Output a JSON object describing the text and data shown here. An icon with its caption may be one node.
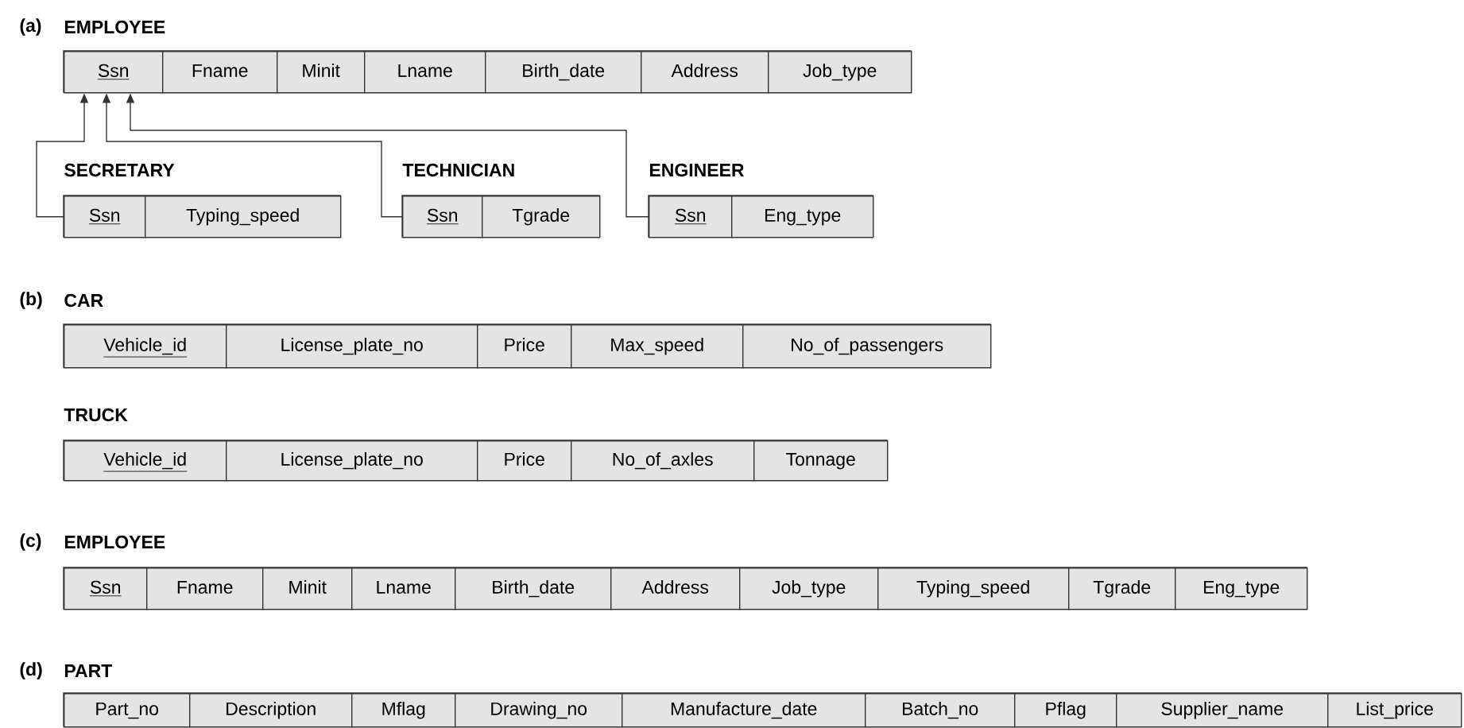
{
  "diagram": {
    "nodes": [
      {
        "text": [
          "EMPLOYEE"
        ]
      },
      {
        "text": [
          "Ssn"
        ],
        "in": 0
      },
      {
        "text": [
          "Fname"
        ],
        "in": 0
      },
      {
        "text": [
          "Minit"
        ],
        "in": 0
      },
      {
        "text": [
          "Lname"
        ],
        "in": 0
      },
      {
        "text": [
          "Birth_date"
        ],
        "in": 0
      },
      {
        "text": [
          "Address"
        ],
        "in": 0
      },
      {
        "text": [
          "Job_type"
        ],
        "in": 0
      },
      {
        "text": [
          "SECRETARY"
        ]
      },
      {
        "text": [
          "Ssn"
        ],
        "in": 8
      },
      {
        "text": [
          "Typing_speed"
        ],
        "in": 8
      },
      {
        "text": [
          "TECHNICIAN"
        ]
      },
      {
        "text": [
          "Ssn"
        ],
        "in": 11
      },
      {
        "text": [
          "Tgrade"
        ],
        "in": 11
      },
      {
        "text": [
          "ENGINEER"
        ]
      },
      {
        "text": [
          "Ssn"
        ],
        "in": 14
      },
      {
        "text": [
          "Eng_type"
        ],
        "in": 14
      },
      {
        "text": [
          "CAR"
        ]
      },
      {
        "text": [
          "Vehicle_id"
        ],
        "in": 17
      },
      {
        "text": [
          "License_plate_no"
        ],
        "in": 17
      },
      {
        "text": [
          "Price"
        ],
        "in": 17
      },
      {
        "text": [
          "Max_speed"
        ],
        "in": 17
      },
      {
        "text": [
          "No_of_passengers"
        ],
        "in": 17
      },
      {
        "text": [
          "TRUCK"
        ]
      },
      {
        "text": [
          "Vehicle_id"
        ],
        "in": 23
      },
      {
        "text": [
          "License_plate_no"
        ],
        "in": 23
      },
      {
        "text": [
          "Price"
        ],
        "in": 23
      },
      {
        "text": [
          "No_of_axles"
        ],
        "in": 23
      },
      {
        "text": [
          "Tonnage"
        ],
        "in": 23
      },
      {
        "text": [
          "EMPLOYEE"
        ]
      },
      {
        "text": [
          "Ssn"
        ],
        "in": 29
      },
      {
        "text": [
          "Fname"
        ],
        "in": 29
      },
      {
        "text": [
          "Minit"
        ],
        "in": 29
      },
      {
        "text": [
          "Lname"
        ],
        "in": 29
      },
      {
        "text": [
          "Birth_date"
        ],
        "in": 29
      },
      {
        "text": [
          "Address"
        ],
        "in": 29
      },
      {
        "text": [
          "Job_type"
        ],
        "in": 29
      },
      {
        "text": [
          "Typing_speed"
        ],
        "in": 29
      },
      {
        "text": [
          "Tgrade"
        ],
        "in": 29
      },
      {
        "text": [
          "Eng_type"
        ],
        "in": 29
      },
      {
        "text": [
          "PART"
        ]
      },
      {
        "text": [
          "Part_no"
        ],
        "in": 40
      },
      {
        "text": [
          "Description"
        ],
        "in": 40
      },
      {
        "text": [
          "Mflag"
        ],
        "in": 40
      },
      {
        "text": [
          "Drawing_no"
        ],
        "in": 40
      },
      {
        "text": [
          "Manufacture_date"
        ],
        "in": 40
      },
      {
        "text": [
          "Batch_no"
        ],
        "in": 40
      },
      {
        "text": [
          "Pflag"
        ],
        "in": 40
      },
      {
        "text": [
          "Supplier_name"
        ],
        "in": 40
      },
      {
        "text": [
          "List_price"
        ],
        "in": 40
      }
    ],
    "edges": [
      {
        "from": 9,
        "to": 1,
        "arrow": "to"
      },
      {
        "from": 12,
        "to": 1,
        "arrow": "to"
      },
      {
        "from": 15,
        "to": 1,
        "arrow": "to"
      }
    ],
    "labels": [
      "(a)",
      "(b)",
      "(c)",
      "(d)"
    ]
  }
}
